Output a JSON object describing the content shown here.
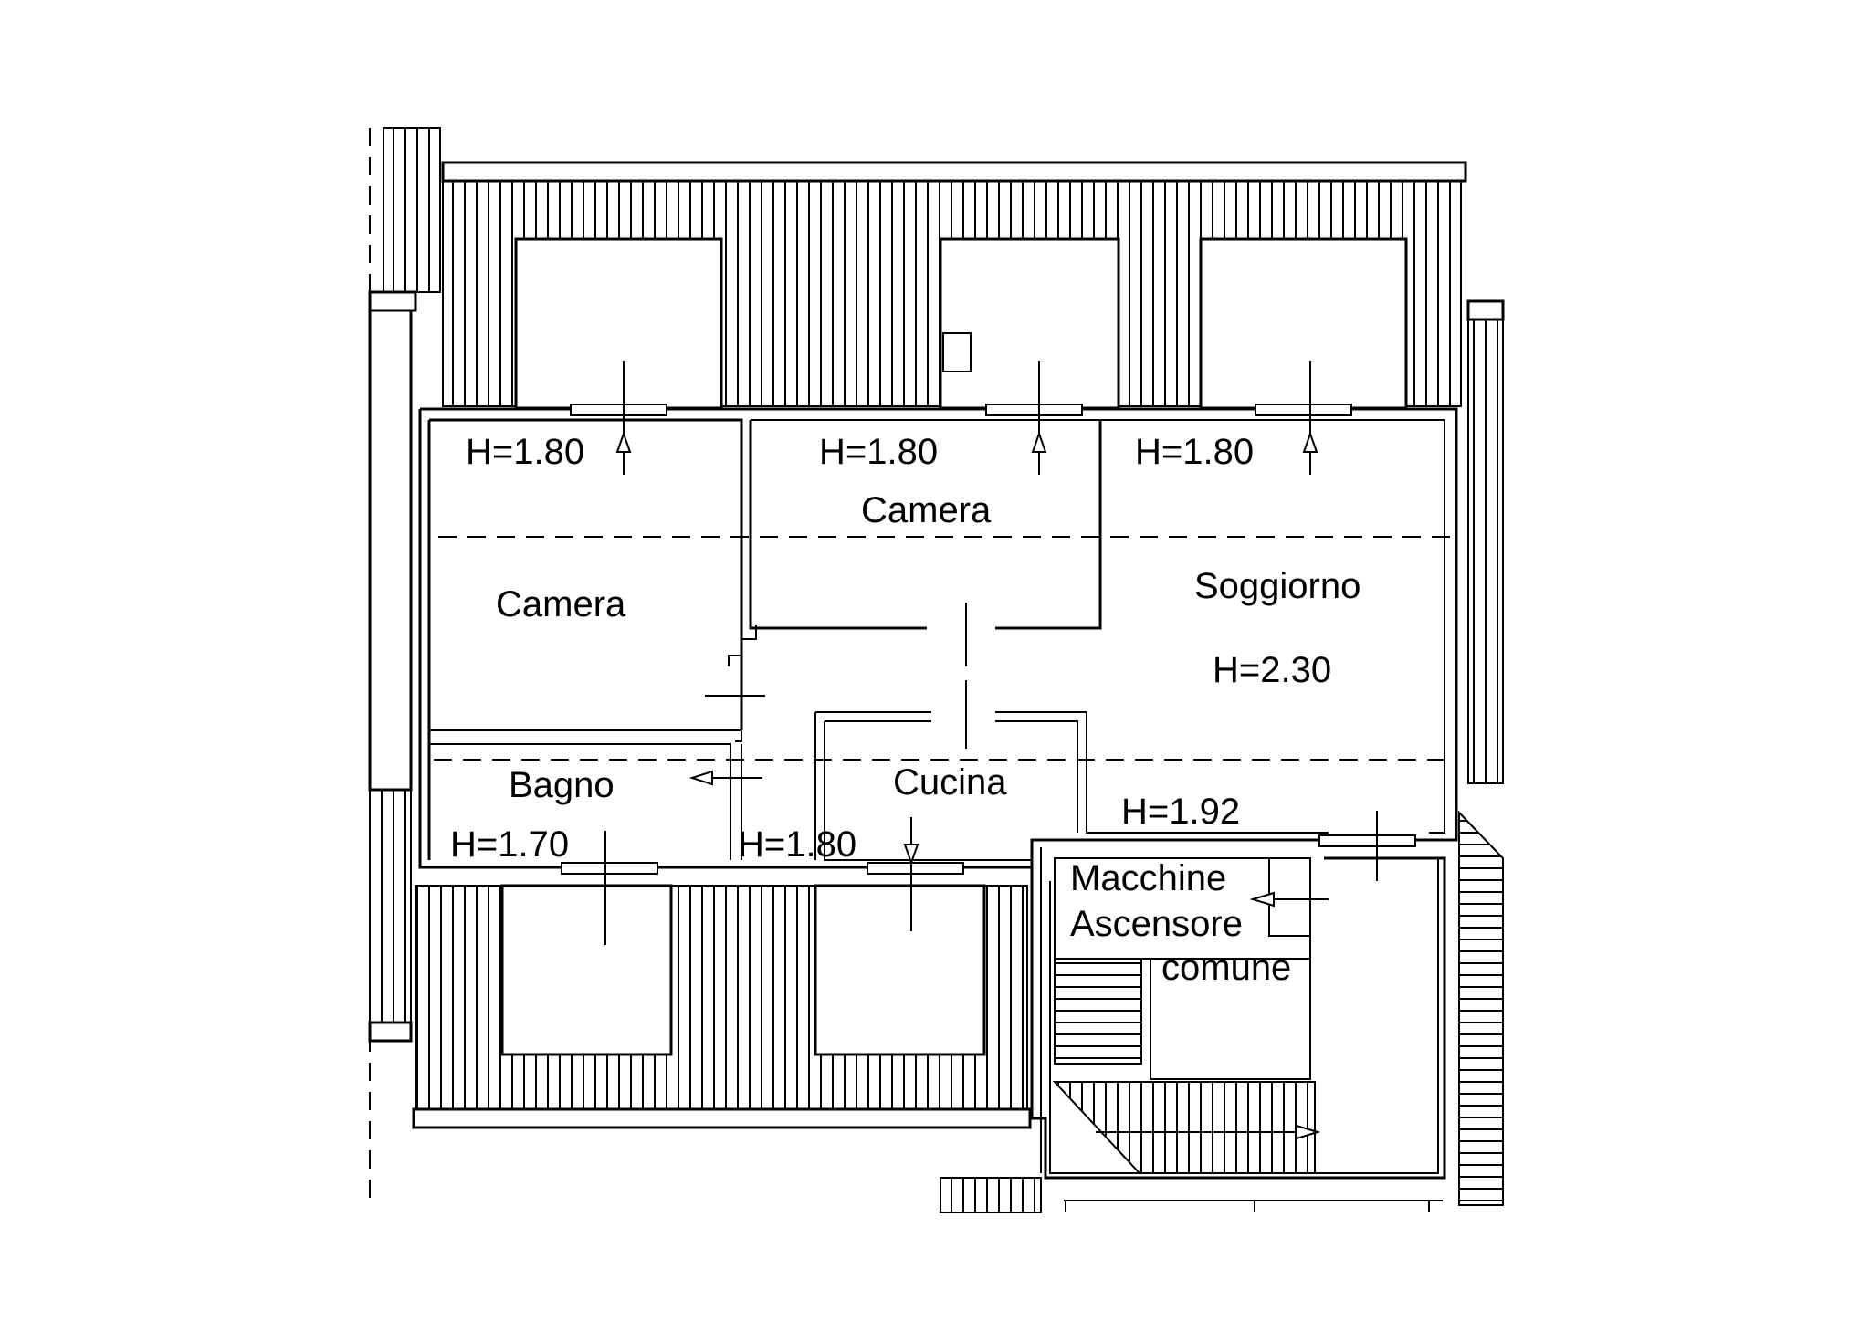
{
  "plan": {
    "labels": {
      "camera_left": "Camera",
      "camera_top": "Camera",
      "soggiorno": "Soggiorno",
      "soggiorno_h": "H=2.30",
      "bagno": "Bagno",
      "cucina": "Cucina",
      "macchine": "Macchine",
      "ascensore": "Ascensore",
      "comune": "comune"
    },
    "heights": {
      "h1": "H=1.80",
      "h2": "H=1.80",
      "h3": "H=1.80",
      "bagno": "H=1.70",
      "cucina": "H=1.80",
      "soggiorno_low": "H=1.92"
    }
  }
}
